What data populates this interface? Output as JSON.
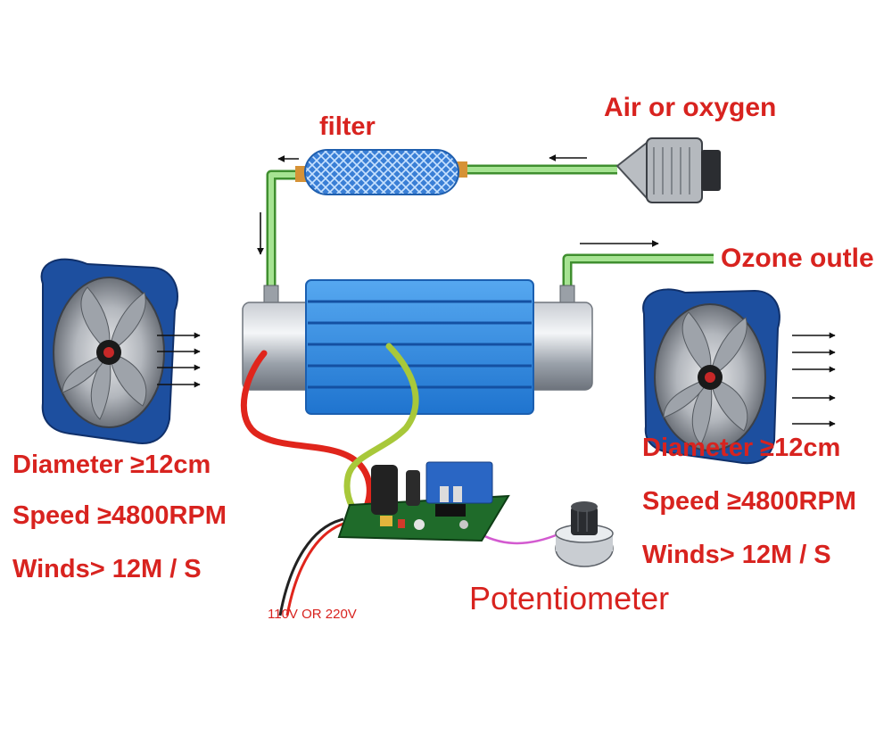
{
  "labels": {
    "filter": "filter",
    "air_or_oxygen": "Air or oxygen",
    "ozone_outlet": "Ozone outle",
    "potentiometer": "Potentiometer",
    "voltage": "110V OR 220V"
  },
  "left_fan_specs": {
    "diameter": "Diameter ≥12cm",
    "speed": "Speed ≥4800RPM",
    "winds": "Winds> 12M / S"
  },
  "right_fan_specs": {
    "diameter": "Diameter ≥12cm",
    "speed": "Speed ≥4800RPM",
    "winds": "Winds> 12M / S"
  },
  "colors": {
    "label_red": "#d8231f",
    "tube_green": "#5fbf45",
    "ozone_tube_blue": "#2f86de",
    "fan_blue": "#1d4f9f",
    "board_green": "#1f6b2a",
    "wire_red": "#e0251c",
    "wire_yellow_green": "#a8c83a",
    "wire_pink": "#d35ad0"
  }
}
